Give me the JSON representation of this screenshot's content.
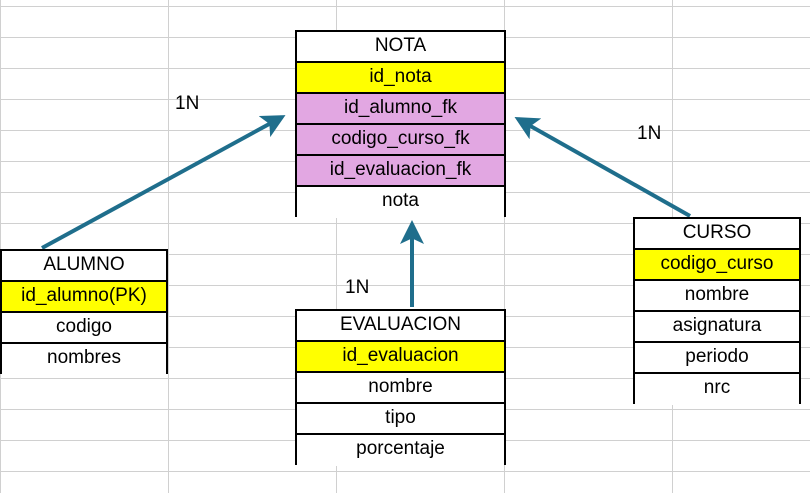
{
  "diagram": {
    "type": "entity-relationship-diagram",
    "background": "spreadsheet-grid",
    "colors": {
      "primary_key_fill": "#ffff00",
      "foreign_key_fill": "#e2a7e2",
      "entity_border": "#000000",
      "connector": "#1f6e8c",
      "grid_line": "#d0d0d0",
      "canvas": "#ffffff"
    }
  },
  "entities": [
    {
      "id": "nota",
      "title": "NOTA",
      "fields": [
        {
          "label": "id_nota",
          "key": "pk"
        },
        {
          "label": "id_alumno_fk",
          "key": "fk"
        },
        {
          "label": "codigo_curso_fk",
          "key": "fk"
        },
        {
          "label": "id_evaluacion_fk",
          "key": "fk"
        },
        {
          "label": "nota",
          "key": "none"
        }
      ]
    },
    {
      "id": "alumno",
      "title": "ALUMNO",
      "fields": [
        {
          "label": "id_alumno(PK)",
          "key": "pk"
        },
        {
          "label": "codigo",
          "key": "none"
        },
        {
          "label": "nombres",
          "key": "none"
        }
      ]
    },
    {
      "id": "evaluacion",
      "title": "EVALUACION",
      "fields": [
        {
          "label": "id_evaluacion",
          "key": "pk"
        },
        {
          "label": "nombre",
          "key": "none"
        },
        {
          "label": "tipo",
          "key": "none"
        },
        {
          "label": "porcentaje",
          "key": "none"
        }
      ]
    },
    {
      "id": "curso",
      "title": "CURSO",
      "fields": [
        {
          "label": "codigo_curso",
          "key": "pk"
        },
        {
          "label": "nombre",
          "key": "none"
        },
        {
          "label": "asignatura",
          "key": "none"
        },
        {
          "label": "periodo",
          "key": "none"
        },
        {
          "label": "nrc",
          "key": "none"
        }
      ]
    }
  ],
  "relationships": [
    {
      "id": "alumno-nota",
      "from": "ALUMNO",
      "to": "NOTA",
      "cardinality": "1N"
    },
    {
      "id": "curso-nota",
      "from": "CURSO",
      "to": "NOTA",
      "cardinality": "1N"
    },
    {
      "id": "evaluacion-nota",
      "from": "EVALUACION",
      "to": "NOTA",
      "cardinality": "1N"
    }
  ]
}
